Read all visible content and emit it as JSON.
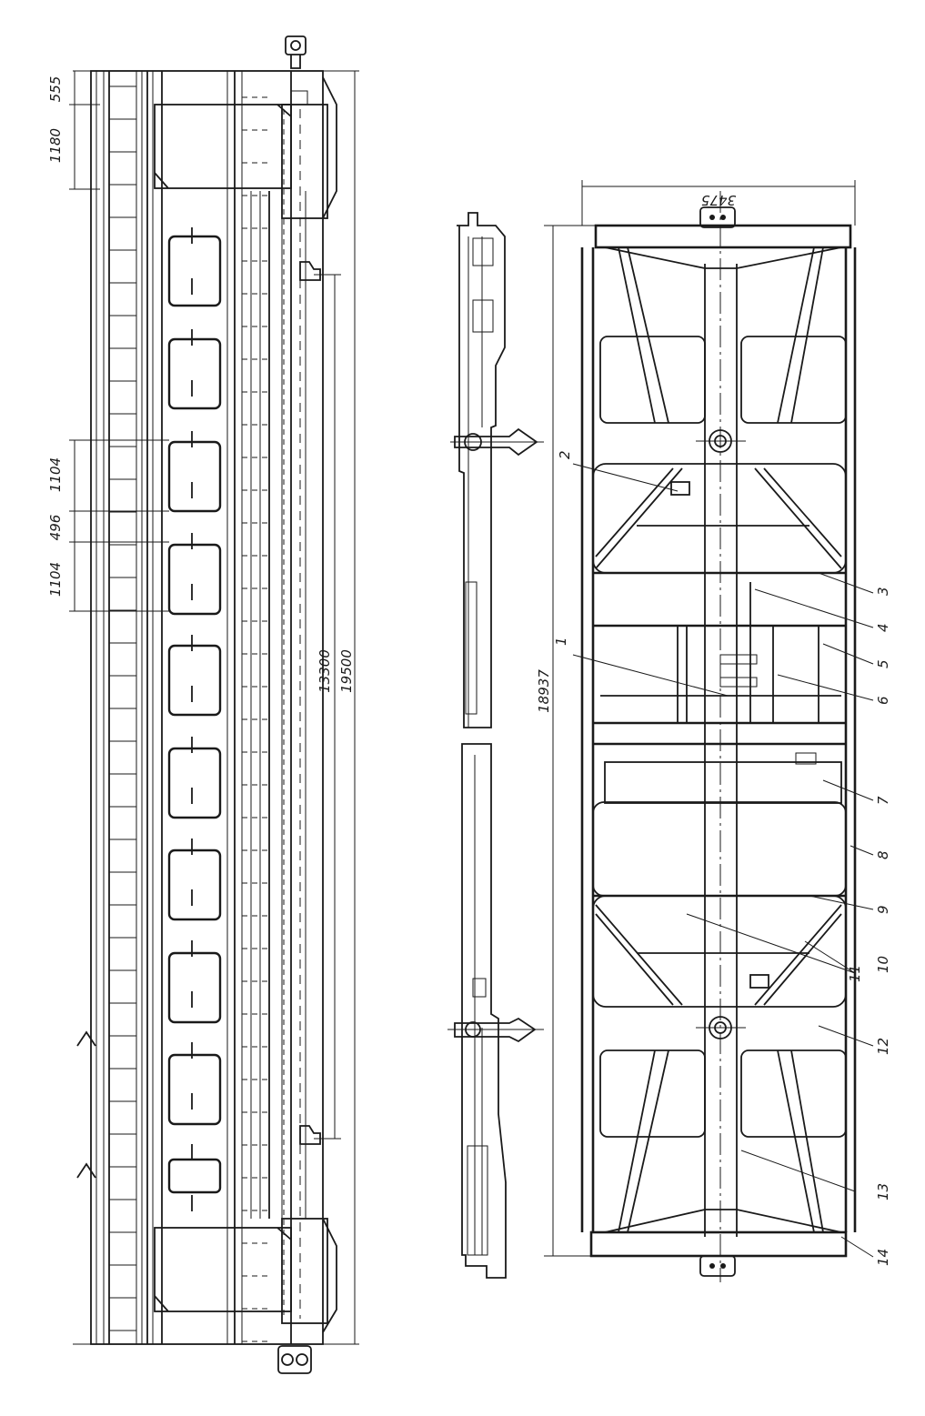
{
  "dimensions": {
    "d555": "555",
    "d1180": "1180",
    "d1104a": "1104",
    "d496": "496",
    "d1104b": "1104",
    "d13300": "13300",
    "d19500": "19500",
    "d18937": "18937",
    "d3475": "3475"
  },
  "callouts": [
    {
      "num": "1"
    },
    {
      "num": "2"
    },
    {
      "num": "3"
    },
    {
      "num": "4"
    },
    {
      "num": "5"
    },
    {
      "num": "6"
    },
    {
      "num": "7"
    },
    {
      "num": "8"
    },
    {
      "num": "9"
    },
    {
      "num": "10"
    },
    {
      "num": "11"
    },
    {
      "num": "12"
    },
    {
      "num": "13"
    },
    {
      "num": "14"
    }
  ]
}
